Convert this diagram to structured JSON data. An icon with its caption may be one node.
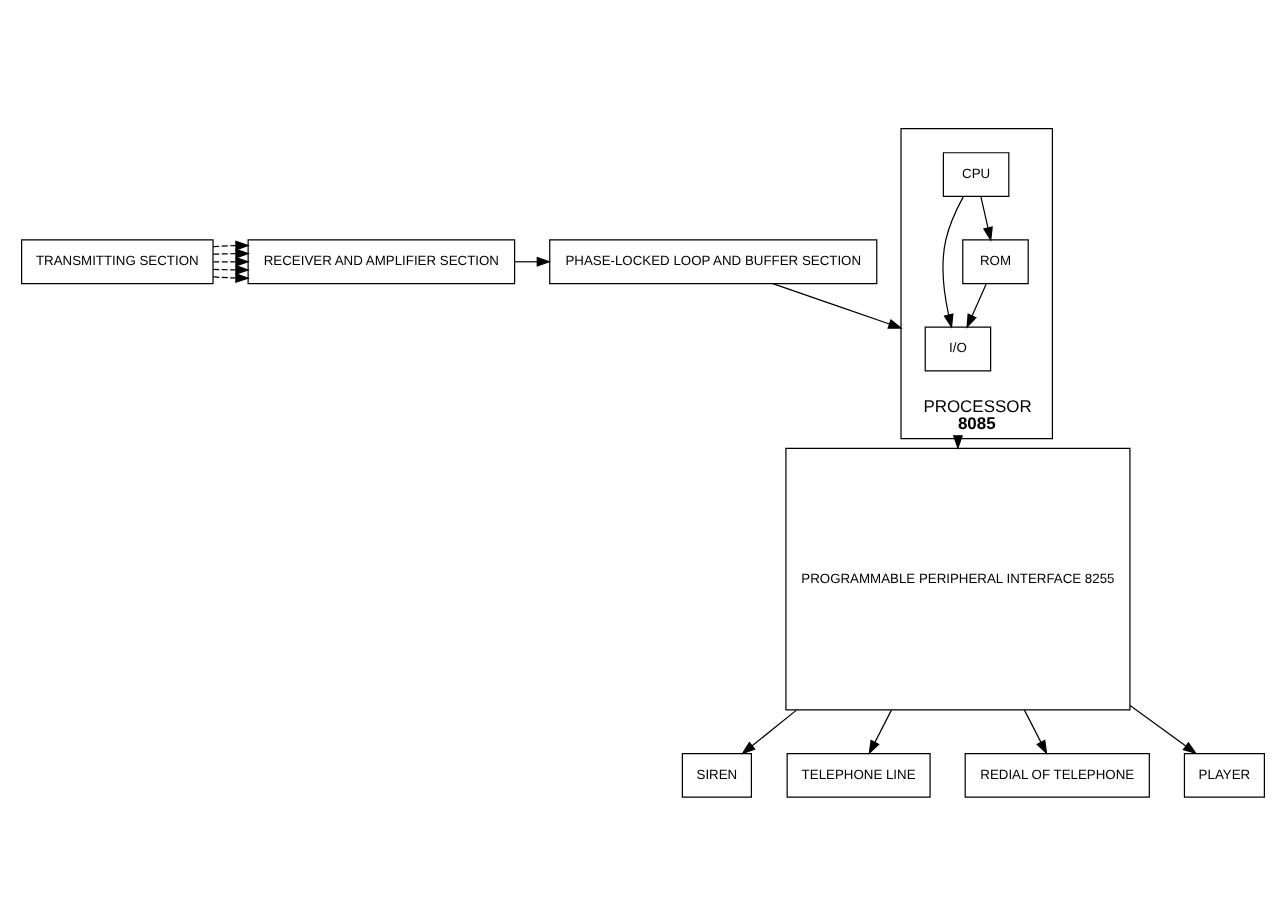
{
  "diagram": {
    "nodes": [
      {
        "text": [
          "TRANSMITTING SECTION"
        ]
      },
      {
        "text": [
          "RECEIVER AND AMPLIFIER SECTION"
        ]
      },
      {
        "text": [
          "PHASE-LOCKED LOOP AND BUFFER SECTION"
        ]
      },
      {
        "text": [
          "PROCESSOR",
          "8085"
        ]
      },
      {
        "text": [
          "I/O"
        ],
        "in": 3
      },
      {
        "text": [
          "ROM"
        ],
        "in": 3
      },
      {
        "text": [
          "CPU"
        ],
        "in": 3
      },
      {
        "text": [
          "PROGRAMMABLE PERIPHERAL INTERFACE 8255"
        ]
      },
      {
        "text": [
          "SIREN"
        ]
      },
      {
        "text": [
          "TELEPHONE LINE"
        ]
      },
      {
        "text": [
          "REDIAL OF TELEPHONE"
        ]
      },
      {
        "text": [
          "PLAYER"
        ]
      }
    ],
    "edges": [
      {
        "from": 0,
        "to": 1,
        "arrow": "to",
        "style": "dashed"
      },
      {
        "from": 0,
        "to": 1,
        "arrow": "to",
        "style": "dashed"
      },
      {
        "from": 0,
        "to": 1,
        "arrow": "to",
        "style": "dashed"
      },
      {
        "from": 0,
        "to": 1,
        "arrow": "to",
        "style": "dashed"
      },
      {
        "from": 0,
        "to": 1,
        "arrow": "to",
        "style": "dashed"
      },
      {
        "from": 1,
        "to": 2,
        "arrow": "to"
      },
      {
        "from": 2,
        "to": 3,
        "arrow": "to"
      },
      {
        "from": 5,
        "to": 4,
        "arrow": "to"
      },
      {
        "from": 6,
        "to": 4,
        "arrow": "to"
      },
      {
        "from": 6,
        "to": 5,
        "arrow": "to"
      },
      {
        "from": 3,
        "to": 7,
        "arrow": "to"
      },
      {
        "from": 7,
        "to": 8,
        "arrow": "to"
      },
      {
        "from": 7,
        "to": 9,
        "arrow": "to"
      },
      {
        "from": 7,
        "to": 10,
        "arrow": "to"
      },
      {
        "from": 7,
        "to": 11,
        "arrow": "to"
      }
    ]
  }
}
